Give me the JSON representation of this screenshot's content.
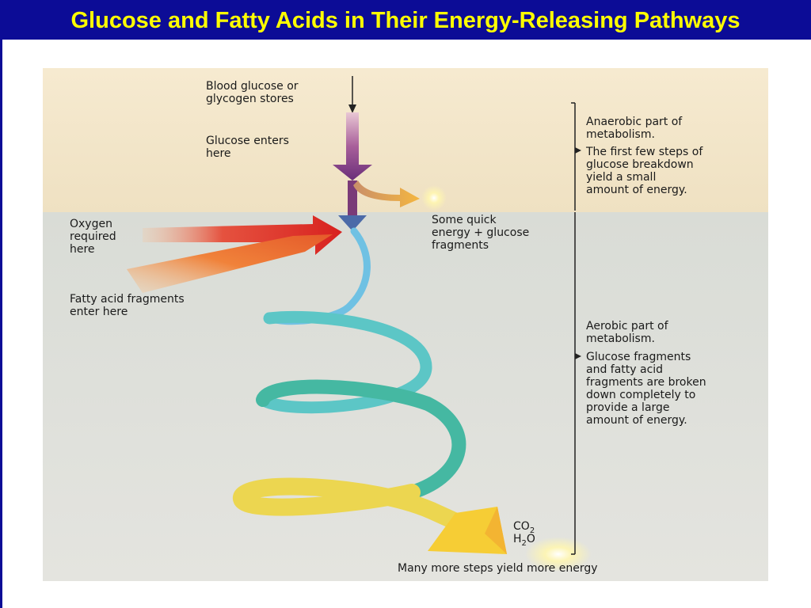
{
  "title": "Glucose and Fatty Acids in Their Energy-Releasing Pathways",
  "labels": {
    "blood_glucose": [
      "Blood glucose or",
      "glycogen stores"
    ],
    "glucose_enters": [
      "Glucose enters",
      "here"
    ],
    "oxygen": [
      "Oxygen",
      "required",
      "here"
    ],
    "fatty_acid": [
      "Fatty acid fragments",
      "enter here"
    ],
    "quick_energy": [
      "Some quick",
      "energy + glucose",
      "fragments"
    ],
    "anaerobic_title": [
      "Anaerobic part of",
      "metabolism."
    ],
    "anaerobic_desc": [
      "The first few steps of",
      "glucose breakdown",
      "yield a small",
      "amount of energy."
    ],
    "aerobic_title": [
      "Aerobic part of",
      "metabolism."
    ],
    "aerobic_desc": [
      "Glucose fragments",
      "and fatty acid",
      "fragments are broken",
      "down completely to",
      "provide a large",
      "amount of energy."
    ],
    "co2": "CO2",
    "h2o": "H2O",
    "many_more": "Many more steps yield more energy"
  },
  "colors": {
    "title_bg": "#0c0c96",
    "title_text": "#ffff00",
    "anaerobic_bg": "#f3e6cc",
    "aerobic_bg": "#dcddd9"
  }
}
